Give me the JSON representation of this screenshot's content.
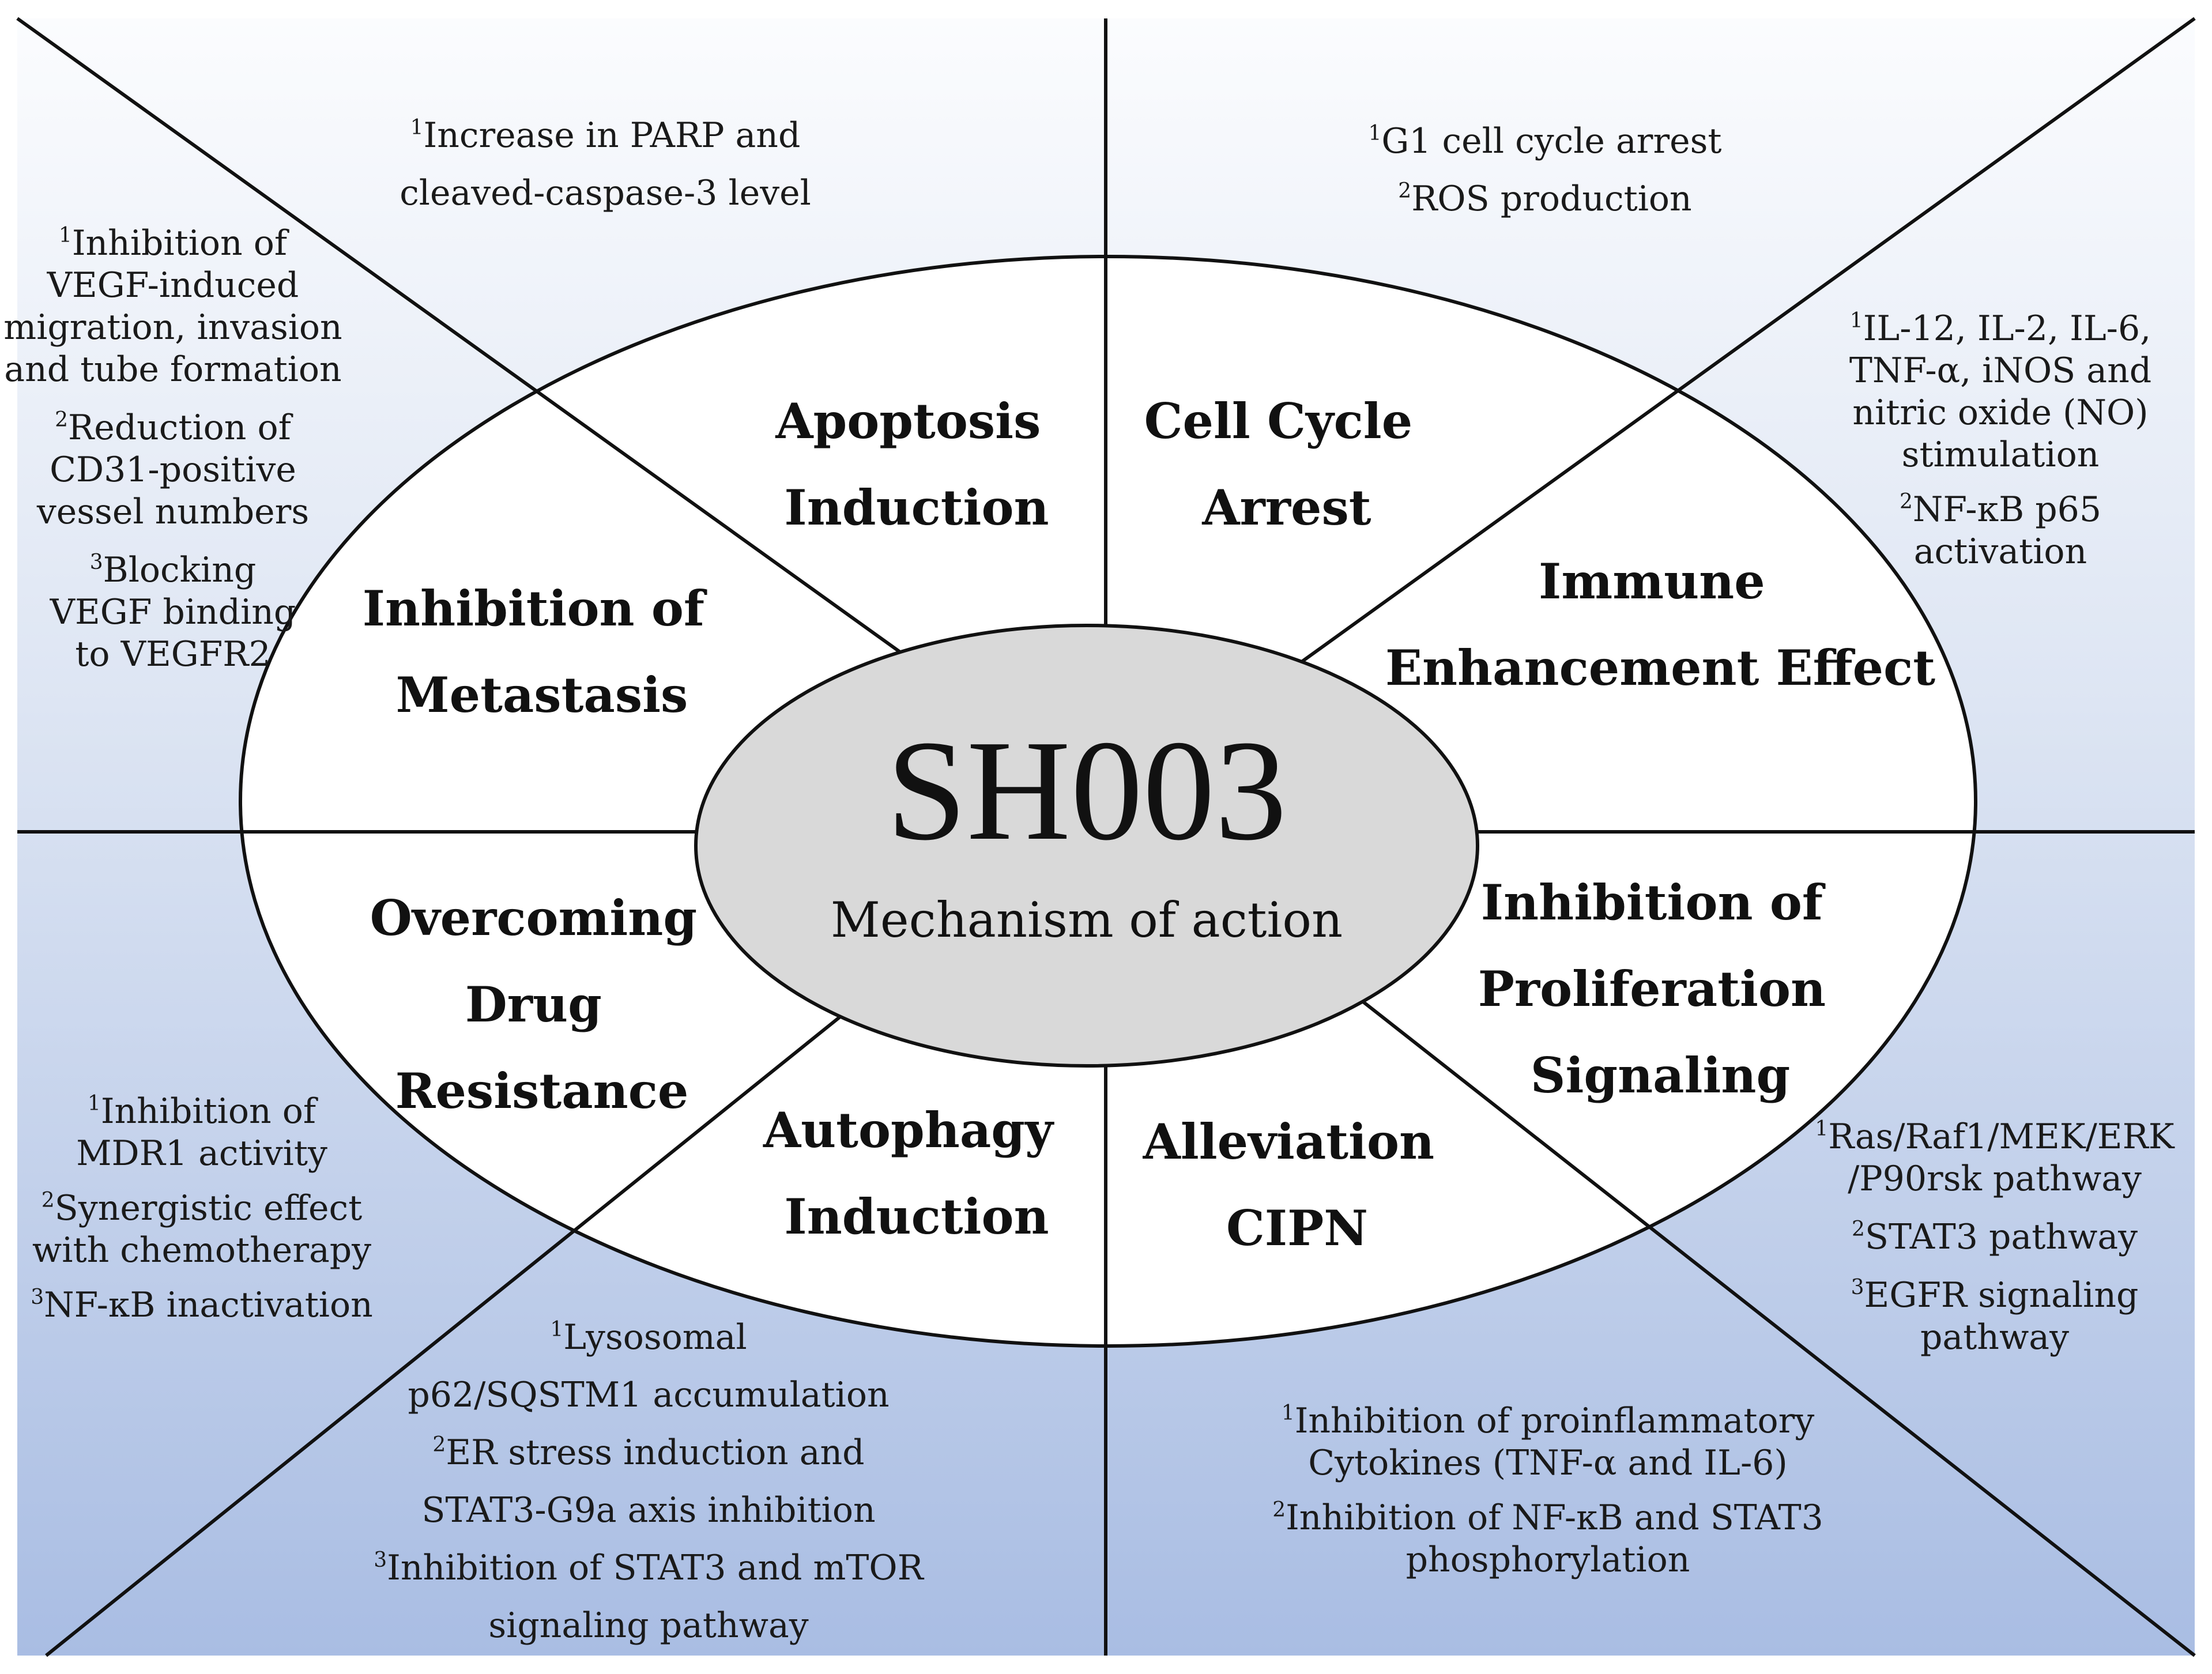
{
  "colors": {
    "gradient_top": "#fbfcfe",
    "gradient_mid": "#dde5f3",
    "gradient_bottom": "#a9bde3",
    "ellipse_fill": "#ffffff",
    "center_fill": "#d9d9d9",
    "line": "#111111"
  },
  "center": {
    "title": "SH003",
    "subtitle": "Mechanism of action"
  },
  "categories": {
    "apoptosis": [
      "Apoptosis",
      "Induction"
    ],
    "cell_cycle": [
      "Cell Cycle",
      "Arrest"
    ],
    "metastasis": [
      "Inhibition of",
      "Metastasis"
    ],
    "immune": [
      "Immune",
      "Enhancement Effect"
    ],
    "drug_resistance": [
      "Overcoming",
      "Drug",
      "Resistance"
    ],
    "proliferation": [
      "Inhibition of",
      "Proliferation",
      "Signaling"
    ],
    "autophagy": [
      "Autophagy",
      "Induction"
    ],
    "cipn": [
      "Alleviation",
      "CIPN"
    ]
  },
  "notes": {
    "apoptosis": {
      "lines": [
        {
          "sup": "1",
          "text": "Increase in PARP and"
        },
        {
          "sup": "",
          "text": "cleaved-caspase-3 level"
        }
      ]
    },
    "cell_cycle": {
      "lines": [
        {
          "sup": "1",
          "text": "G1 cell cycle arrest"
        },
        {
          "sup": "2",
          "text": "ROS production"
        }
      ]
    },
    "metastasis": {
      "lines": [
        {
          "sup": "1",
          "text": "Inhibition of"
        },
        {
          "sup": "",
          "text": "VEGF-induced"
        },
        {
          "sup": "",
          "text": "migration, invasion"
        },
        {
          "sup": "",
          "text": "and tube formation"
        },
        {
          "sup": "2",
          "text": "Reduction of"
        },
        {
          "sup": "",
          "text": "CD31-positive"
        },
        {
          "sup": "",
          "text": "vessel numbers"
        },
        {
          "sup": "3",
          "text": "Blocking"
        },
        {
          "sup": "",
          "text": "VEGF binding"
        },
        {
          "sup": "",
          "text": "to VEGFR2"
        }
      ]
    },
    "immune": {
      "lines": [
        {
          "sup": "1",
          "text": "IL-12, IL-2, IL-6,"
        },
        {
          "sup": "",
          "text": "TNF-α, iNOS and"
        },
        {
          "sup": "",
          "text": "nitric oxide (NO)"
        },
        {
          "sup": "",
          "text": "stimulation"
        },
        {
          "sup": "2",
          "text": "NF-κB p65"
        },
        {
          "sup": "",
          "text": "activation"
        }
      ]
    },
    "drug_resistance": {
      "lines": [
        {
          "sup": "1",
          "text": "Inhibition of"
        },
        {
          "sup": "",
          "text": "MDR1 activity"
        },
        {
          "sup": "2",
          "text": "Synergistic effect"
        },
        {
          "sup": "",
          "text": "with chemotherapy"
        },
        {
          "sup": "3",
          "text": "NF-κB inactivation"
        }
      ]
    },
    "proliferation": {
      "lines": [
        {
          "sup": "1",
          "text": "Ras/Raf1/MEK/ERK"
        },
        {
          "sup": "",
          "text": "/P90rsk pathway"
        },
        {
          "sup": "2",
          "text": "STAT3 pathway"
        },
        {
          "sup": "3",
          "text": "EGFR signaling"
        },
        {
          "sup": "",
          "text": "pathway"
        }
      ]
    },
    "autophagy": {
      "lines": [
        {
          "sup": "1",
          "text": "Lysosomal"
        },
        {
          "sup": "",
          "text": "p62/SQSTM1 accumulation"
        },
        {
          "sup": "2",
          "text": "ER stress induction and"
        },
        {
          "sup": "",
          "text": "STAT3-G9a axis inhibition"
        },
        {
          "sup": "3",
          "text": "Inhibition of STAT3 and mTOR"
        },
        {
          "sup": "",
          "text": "signaling pathway"
        }
      ]
    },
    "cipn": {
      "lines": [
        {
          "sup": "1",
          "text": "Inhibition of proinflammatory"
        },
        {
          "sup": "",
          "text": "Cytokines (TNF-α and IL-6)"
        },
        {
          "sup": "2",
          "text": "Inhibition of NF-κB and STAT3"
        },
        {
          "sup": "",
          "text": "phosphorylation"
        }
      ]
    }
  }
}
